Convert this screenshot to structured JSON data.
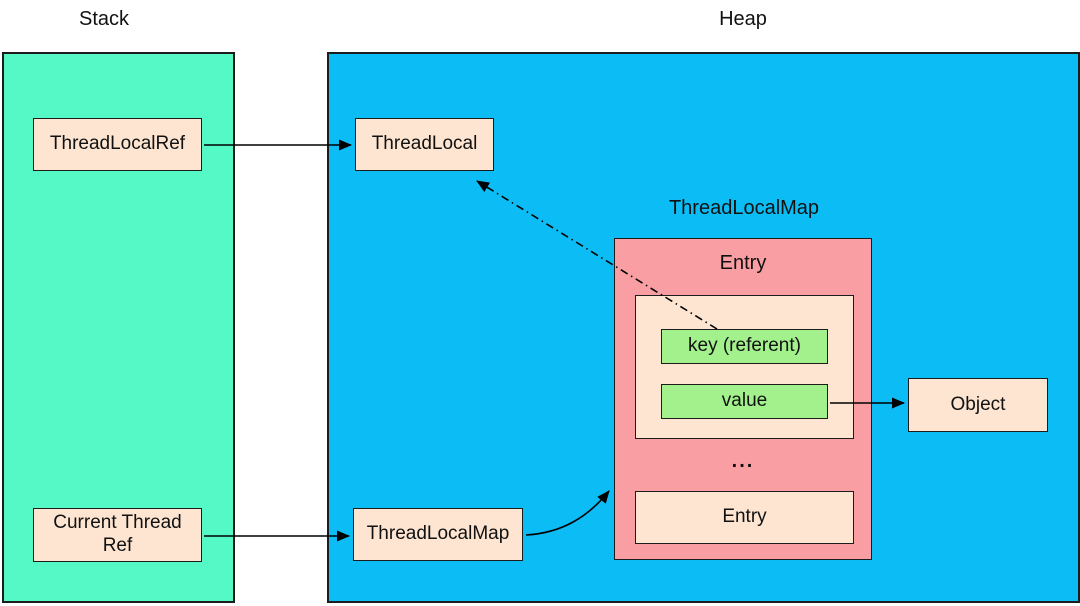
{
  "colors": {
    "canvas_bg": "#ffffff",
    "stack_bg": "#55F9C6",
    "heap_bg": "#0BBCF5",
    "node_bg": "#FDE5D2",
    "map_bg": "#F99EA3",
    "slot_bg": "#A3F18C",
    "border": "#1c1c1c",
    "arrow": "#000000"
  },
  "regions": {
    "stack": {
      "label": "Stack"
    },
    "heap": {
      "label": "Heap"
    }
  },
  "nodes": {
    "thread_local_ref": {
      "label": "ThreadLocalRef"
    },
    "thread_local": {
      "label": "ThreadLocal"
    },
    "current_thread_ref": {
      "label": "Current Thread Ref"
    },
    "thread_local_map": {
      "label": "ThreadLocalMap"
    },
    "object": {
      "label": "Object"
    }
  },
  "map": {
    "title": "ThreadLocalMap",
    "entry_title": "Entry",
    "key_label": "key (referent)",
    "value_label": "value",
    "ellipsis": "...",
    "bottom_entry_label": "Entry"
  }
}
